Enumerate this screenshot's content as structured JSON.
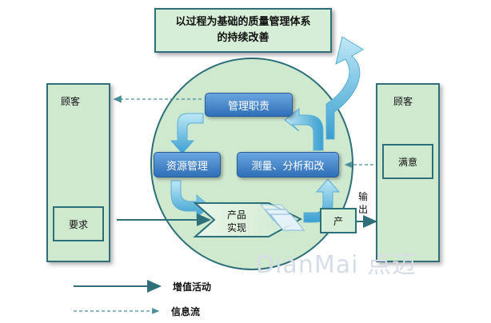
{
  "title": {
    "line1": "以过程为基础的质量管理体系",
    "line2": "的持续改善"
  },
  "left_customer": {
    "label": "顾客",
    "requirement": "要求"
  },
  "right_customer": {
    "label": "顾客",
    "satisfaction": "满意"
  },
  "process": {
    "management": "管理职责",
    "resources": "资源管理",
    "measurement": "测量、分析和改",
    "realization_line1": "产品",
    "realization_line2": "实现",
    "product": "产",
    "output_char1": "输",
    "output_char2": "出"
  },
  "legend": {
    "value_activity": "增值活动",
    "info_flow": "信息流"
  },
  "watermark": "DianMai 点迈",
  "colors": {
    "teal": "#2e6f7a",
    "light_green": "#cfe9cf",
    "blue": "#2f6fb8",
    "arrow_light": "#7cc7ea"
  }
}
